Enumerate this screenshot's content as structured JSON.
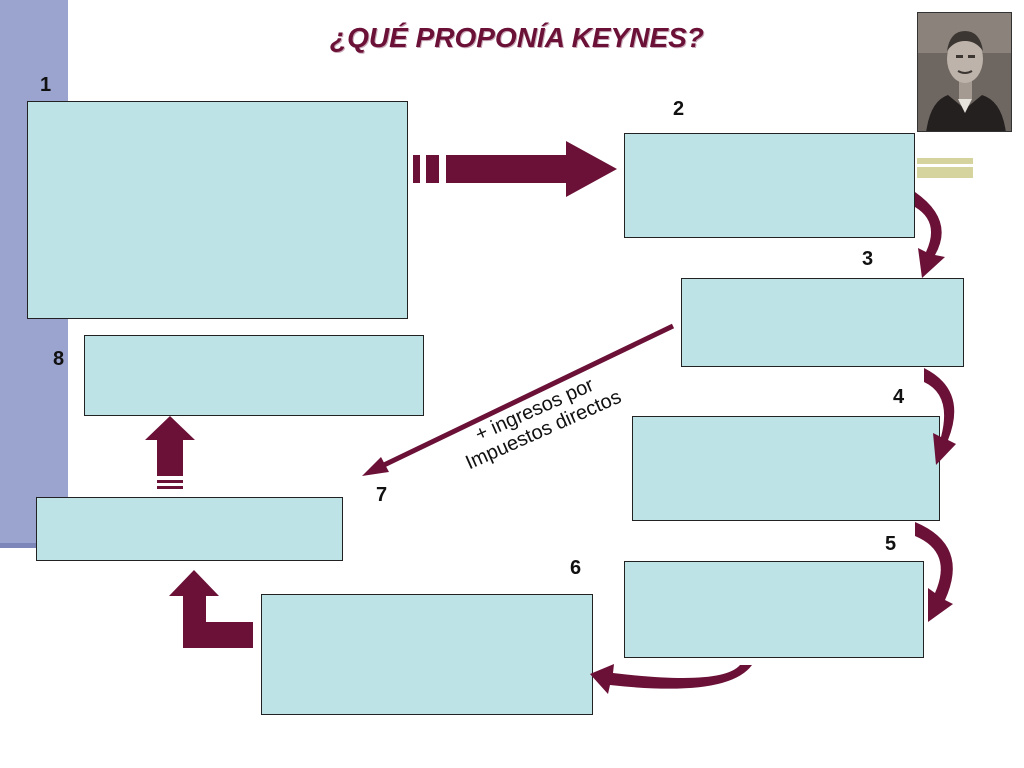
{
  "title": "¿QUÉ PROPONÍA KEYNES?",
  "portrait": {
    "alt": "Portrait of John Maynard Keynes"
  },
  "steps": [
    {
      "number": "1"
    },
    {
      "number": "2"
    },
    {
      "number": "3"
    },
    {
      "number": "4"
    },
    {
      "number": "5"
    },
    {
      "number": "6"
    },
    {
      "number": "7"
    },
    {
      "number": "8"
    }
  ],
  "arrow_label": {
    "line1": "+ ingresos por",
    "line2": "Impuestos directos"
  },
  "colors": {
    "arrow": "#6b1137",
    "box_fill": "#bde3e6",
    "sidebar": "#9ba4cf",
    "accent": "#d6d49e"
  }
}
